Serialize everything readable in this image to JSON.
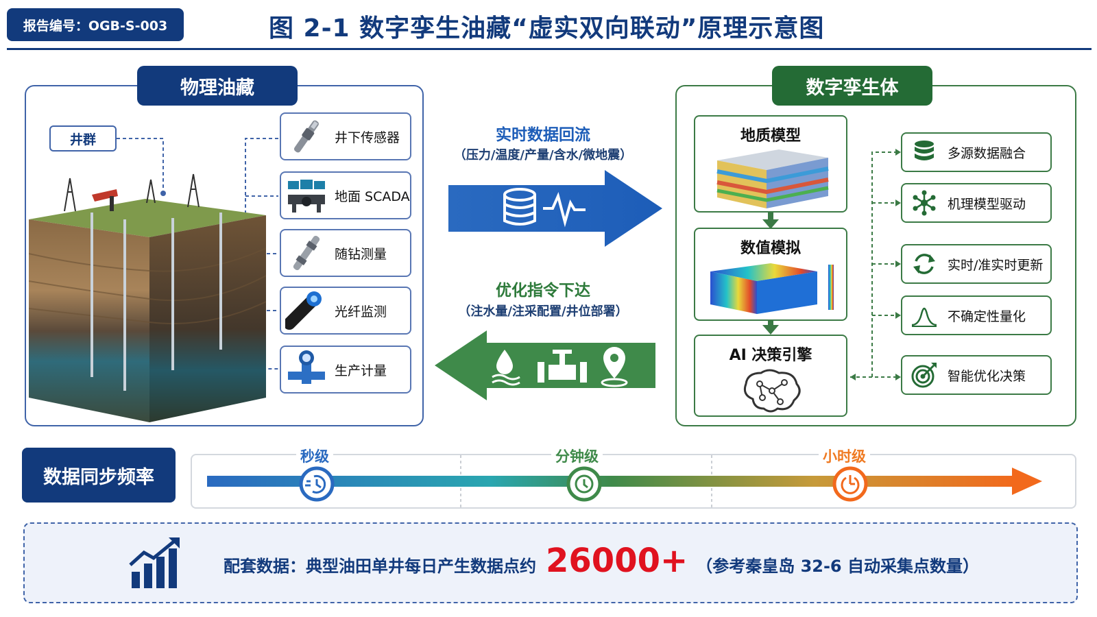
{
  "header": {
    "report_id": "报告编号：OGB-S-003",
    "title": "图 2-1 数字孪生油藏“虚实双向联动”原理示意图"
  },
  "physical": {
    "title": "物理油藏",
    "well_group_label": "井群",
    "sources": [
      {
        "label": "井下传感器",
        "icon": "downhole-sensor-icon"
      },
      {
        "label": "地面 SCADA",
        "icon": "scada-console-icon"
      },
      {
        "label": "随钻测量",
        "icon": "mwd-tool-icon"
      },
      {
        "label": "光纤监测",
        "icon": "fiber-optic-cable-icon"
      },
      {
        "label": "生产计量",
        "icon": "flow-meter-icon"
      }
    ]
  },
  "flows": {
    "upstream": {
      "title": "实时数据回流",
      "subtitle": "（压力/温度/产量/含水/微地震）",
      "icons": [
        "database-icon",
        "pulse-waveform-icon"
      ],
      "color": "#2a6ac0"
    },
    "downstream": {
      "title": "优化指令下达",
      "subtitle": "（注水量/注采配置/井位部署）",
      "icons": [
        "water-injection-icon",
        "valve-icon",
        "location-pin-icon"
      ],
      "color": "#3f8a4a"
    }
  },
  "twin": {
    "title": "数字孪生体",
    "models": [
      {
        "label": "地质模型",
        "icon": "geological-block-model"
      },
      {
        "label": "数值模拟",
        "icon": "simulation-heatmap-model"
      },
      {
        "label": "AI 决策引擎",
        "icon": "ai-brain-icon"
      }
    ],
    "capabilities": [
      {
        "label": "多源数据融合",
        "icon": "stacked-database-icon"
      },
      {
        "label": "机理模型驱动",
        "icon": "network-nodes-icon"
      },
      {
        "label": "实时/准实时更新",
        "icon": "refresh-cycle-icon"
      },
      {
        "label": "不确定性量化",
        "icon": "bell-curve-icon"
      },
      {
        "label": "智能优化决策",
        "icon": "target-arrow-icon"
      }
    ]
  },
  "frequency": {
    "label": "数据同步频率",
    "levels": [
      {
        "label": "秒级",
        "icon": "fast-clock-icon",
        "color": "#2a6ac0"
      },
      {
        "label": "分钟级",
        "icon": "clock-icon",
        "color": "#3f8a4a"
      },
      {
        "label": "小时级",
        "icon": "timer-icon",
        "color": "#ef7a22"
      }
    ]
  },
  "stat": {
    "prefix": "配套数据：典型油田单井每日产生数据点约",
    "value": "26000+",
    "suffix": "（参考秦皇岛 32-6 自动采集点数量）",
    "icon": "bar-chart-growth-icon"
  }
}
